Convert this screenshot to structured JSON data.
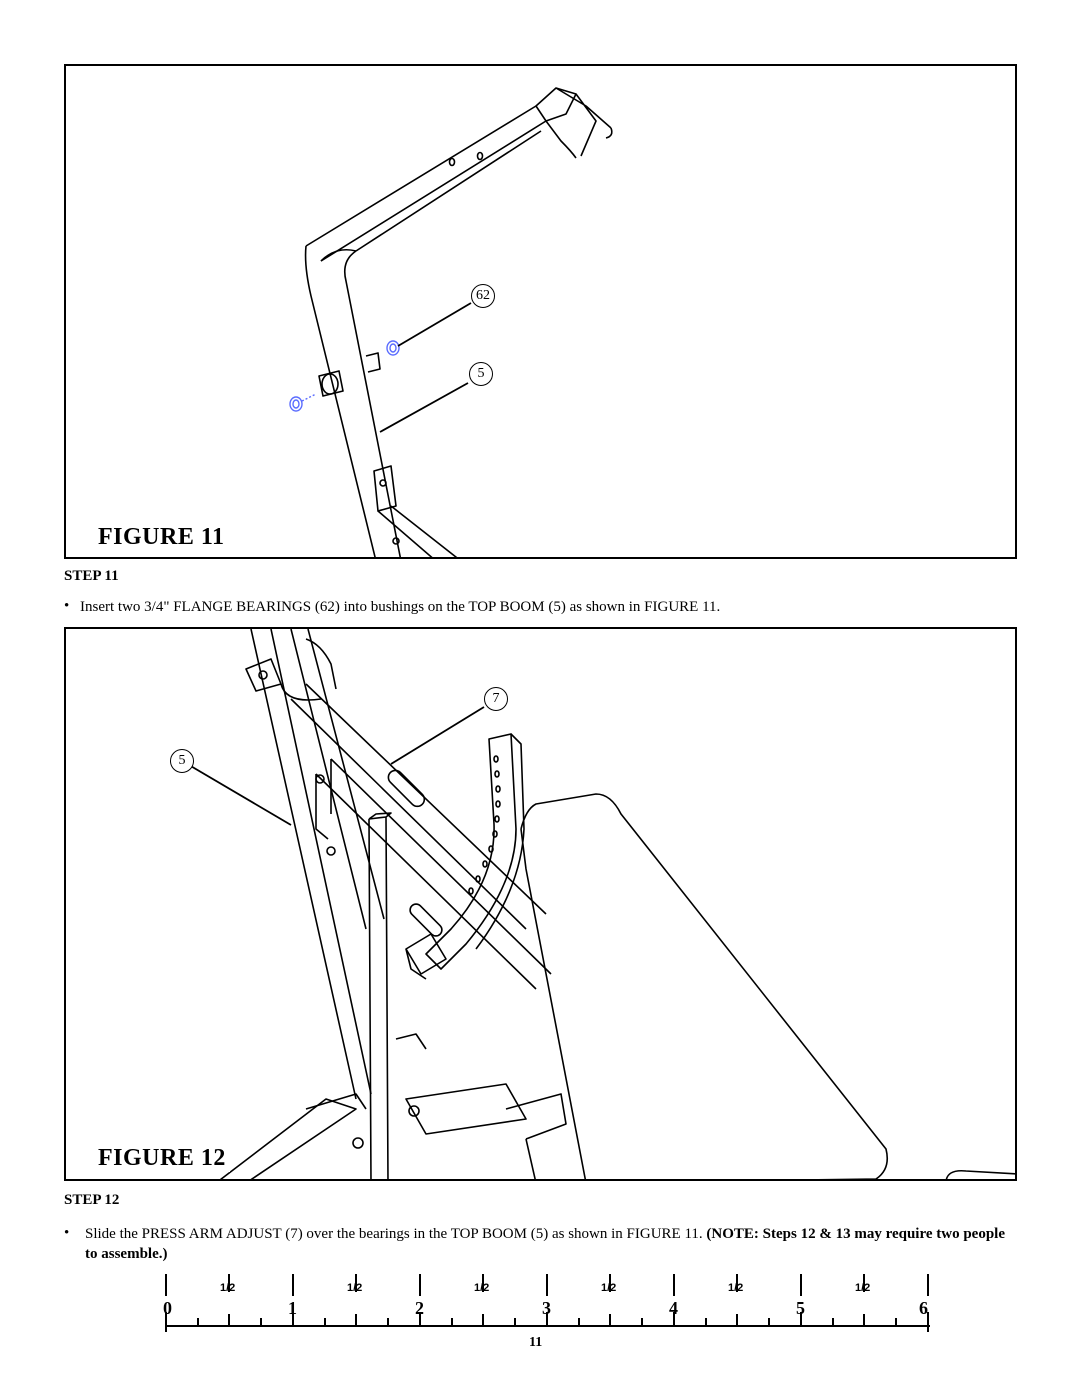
{
  "figure11": {
    "label": "FIGURE 11",
    "callouts": {
      "flange_bearing": "62",
      "top_boom": "5"
    }
  },
  "step11": {
    "title": "STEP 11",
    "bullet": "•",
    "text": "Insert two 3/4\" FLANGE BEARINGS (62) into bushings on the TOP BOOM (5) as shown in FIGURE 11."
  },
  "figure12": {
    "label": "FIGURE 12",
    "callouts": {
      "press_arm_adjust": "7",
      "top_boom": "5"
    }
  },
  "step12": {
    "title": "STEP 12",
    "bullet": "•",
    "text": "Slide the PRESS ARM ADJUST (7) over the bearings in the TOP BOOM (5) as shown in FIGURE 11. ",
    "note": "(NOTE: Steps 12 & 13 may require two people to assemble.)"
  },
  "ruler": {
    "numbers": [
      "0",
      "1",
      "2",
      "3",
      "4",
      "5",
      "6"
    ],
    "half_label": "1/2"
  },
  "page_number": "11",
  "colors": {
    "ink": "#000000",
    "bearing_highlight": "#5a6cff"
  }
}
